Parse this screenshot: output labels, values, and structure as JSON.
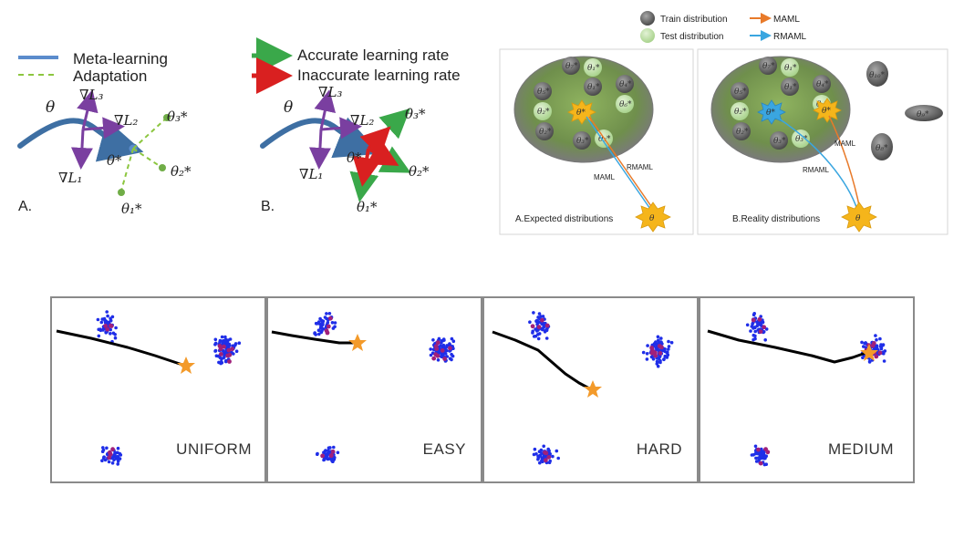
{
  "fig_a": {
    "legend": {
      "meta_learning": "Meta-learning",
      "adaptation": "Adaptation"
    },
    "theta": "θ",
    "theta_star": "θ*",
    "grads": {
      "l1": "∇L₁",
      "l2": "∇L₂",
      "l3": "∇L₃"
    },
    "targets": {
      "t1": "θ₁*",
      "t2": "θ₂*",
      "t3": "θ₃*"
    },
    "letter": "A."
  },
  "fig_b": {
    "legend": {
      "accurate": "Accurate learning rate",
      "inaccurate": "Inaccurate learning rate"
    },
    "theta": "θ",
    "theta_star": "θ*",
    "grads": {
      "l1": "∇L₁",
      "l2": "∇L₂",
      "l3": "∇L₃"
    },
    "targets": {
      "t1": "θ₁*",
      "t2": "θ₂*",
      "t3": "θ₃*"
    },
    "letter": "B."
  },
  "fig_c": {
    "legend": {
      "train": "Train distribution",
      "test": "Test distribution",
      "maml": "MAML",
      "rmaml": "RMAML"
    },
    "colors": {
      "maml": "#e87a2a",
      "rmaml": "#3aa6e0",
      "ellipse": "#7f9a5a",
      "train_node": "#6b6b6b",
      "test_node": "#b8dba0"
    },
    "left": {
      "caption": "A.Expected distributions",
      "maml_label": "MAML",
      "rmaml_label": "RMAML",
      "star_label": "θ*",
      "theta_label": "θ",
      "nodes": [
        "θ₇*",
        "θ₁*",
        "θ₁*",
        "θ₅*",
        "θ₄*",
        "θ₂*",
        "θ₆*",
        "θ₂*",
        "θ₃*",
        "θ₃*"
      ]
    },
    "right": {
      "caption": "B.Reality distributions",
      "maml_label": "MAML",
      "rmaml_label": "RMAML",
      "star_label": "θ*",
      "theta_star_label": "θ*",
      "theta_label": "θ",
      "nodes": [
        "θ₇*",
        "θ₁*",
        "θ₁*",
        "θ₅*",
        "θ₄*",
        "θ₂*",
        "θ₆*",
        "θ₂*",
        "θ₃*",
        "θ₃*"
      ],
      "outliers": [
        "θ₁₀*",
        "θ₉*",
        "θ₈*"
      ]
    }
  },
  "bottom_panels": [
    {
      "label": "UNIFORM"
    },
    {
      "label": "EASY"
    },
    {
      "label": "HARD"
    },
    {
      "label": "MEDIUM"
    }
  ]
}
